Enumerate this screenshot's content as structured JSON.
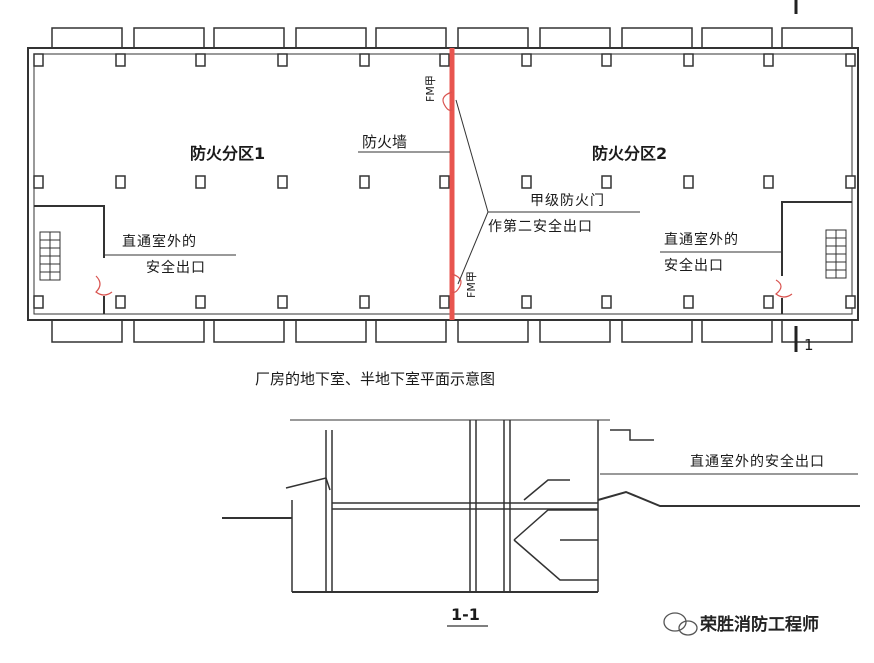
{
  "plan": {
    "zone1_label": "防火分区1",
    "zone2_label": "防火分区2",
    "firewall_label": "防火墙",
    "fire_door_label_line1": "甲级防火门",
    "fire_door_label_line2": "作第二安全出口",
    "exit_left_line1": "直通室外的",
    "exit_left_line2": "安全出口",
    "exit_right_line1": "直通室外的",
    "exit_right_line2": "安全出口",
    "door_code_top": "FM甲",
    "door_code_bottom": "FM甲",
    "section_mark": "1",
    "caption": "厂房的地下室、半地下室平面示意图"
  },
  "section": {
    "exit_label": "直通室外的安全出口",
    "title": "1-1"
  },
  "watermark": {
    "text": "荣胜消防工程师"
  },
  "colors": {
    "firewall": "#e8554f",
    "lines": "#333333"
  }
}
